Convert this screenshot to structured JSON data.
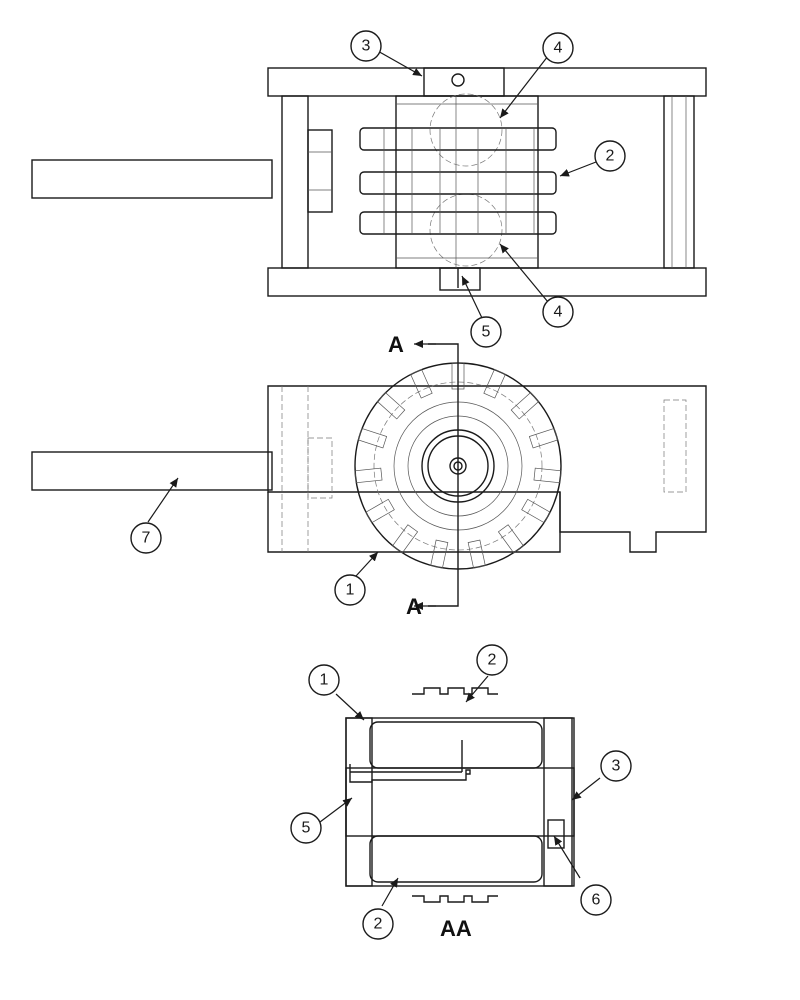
{
  "section_markers": {
    "top": "A",
    "bottom": "A"
  },
  "section_view_label": "AA",
  "callouts": {
    "top_3": "3",
    "top_4a": "4",
    "top_2": "2",
    "top_4b": "4",
    "top_5": "5",
    "front_7": "7",
    "front_1": "1",
    "sec_1": "1",
    "sec_2a": "2",
    "sec_3": "3",
    "sec_5": "5",
    "sec_6": "6",
    "sec_2b": "2"
  }
}
